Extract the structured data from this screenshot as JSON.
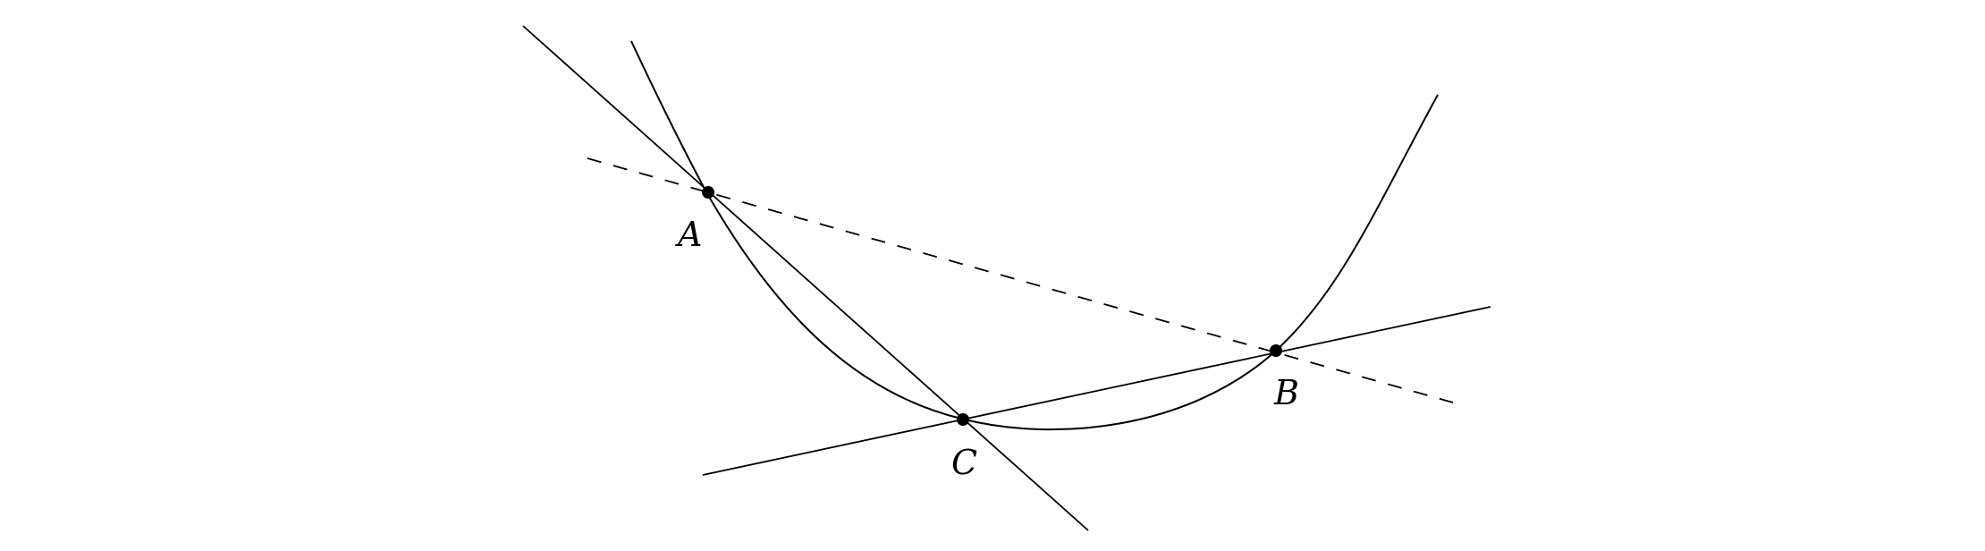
{
  "points": {
    "a": "A",
    "b": "B",
    "c": "C"
  },
  "styles": {
    "stroke": "#000000",
    "background": "#ffffff"
  }
}
